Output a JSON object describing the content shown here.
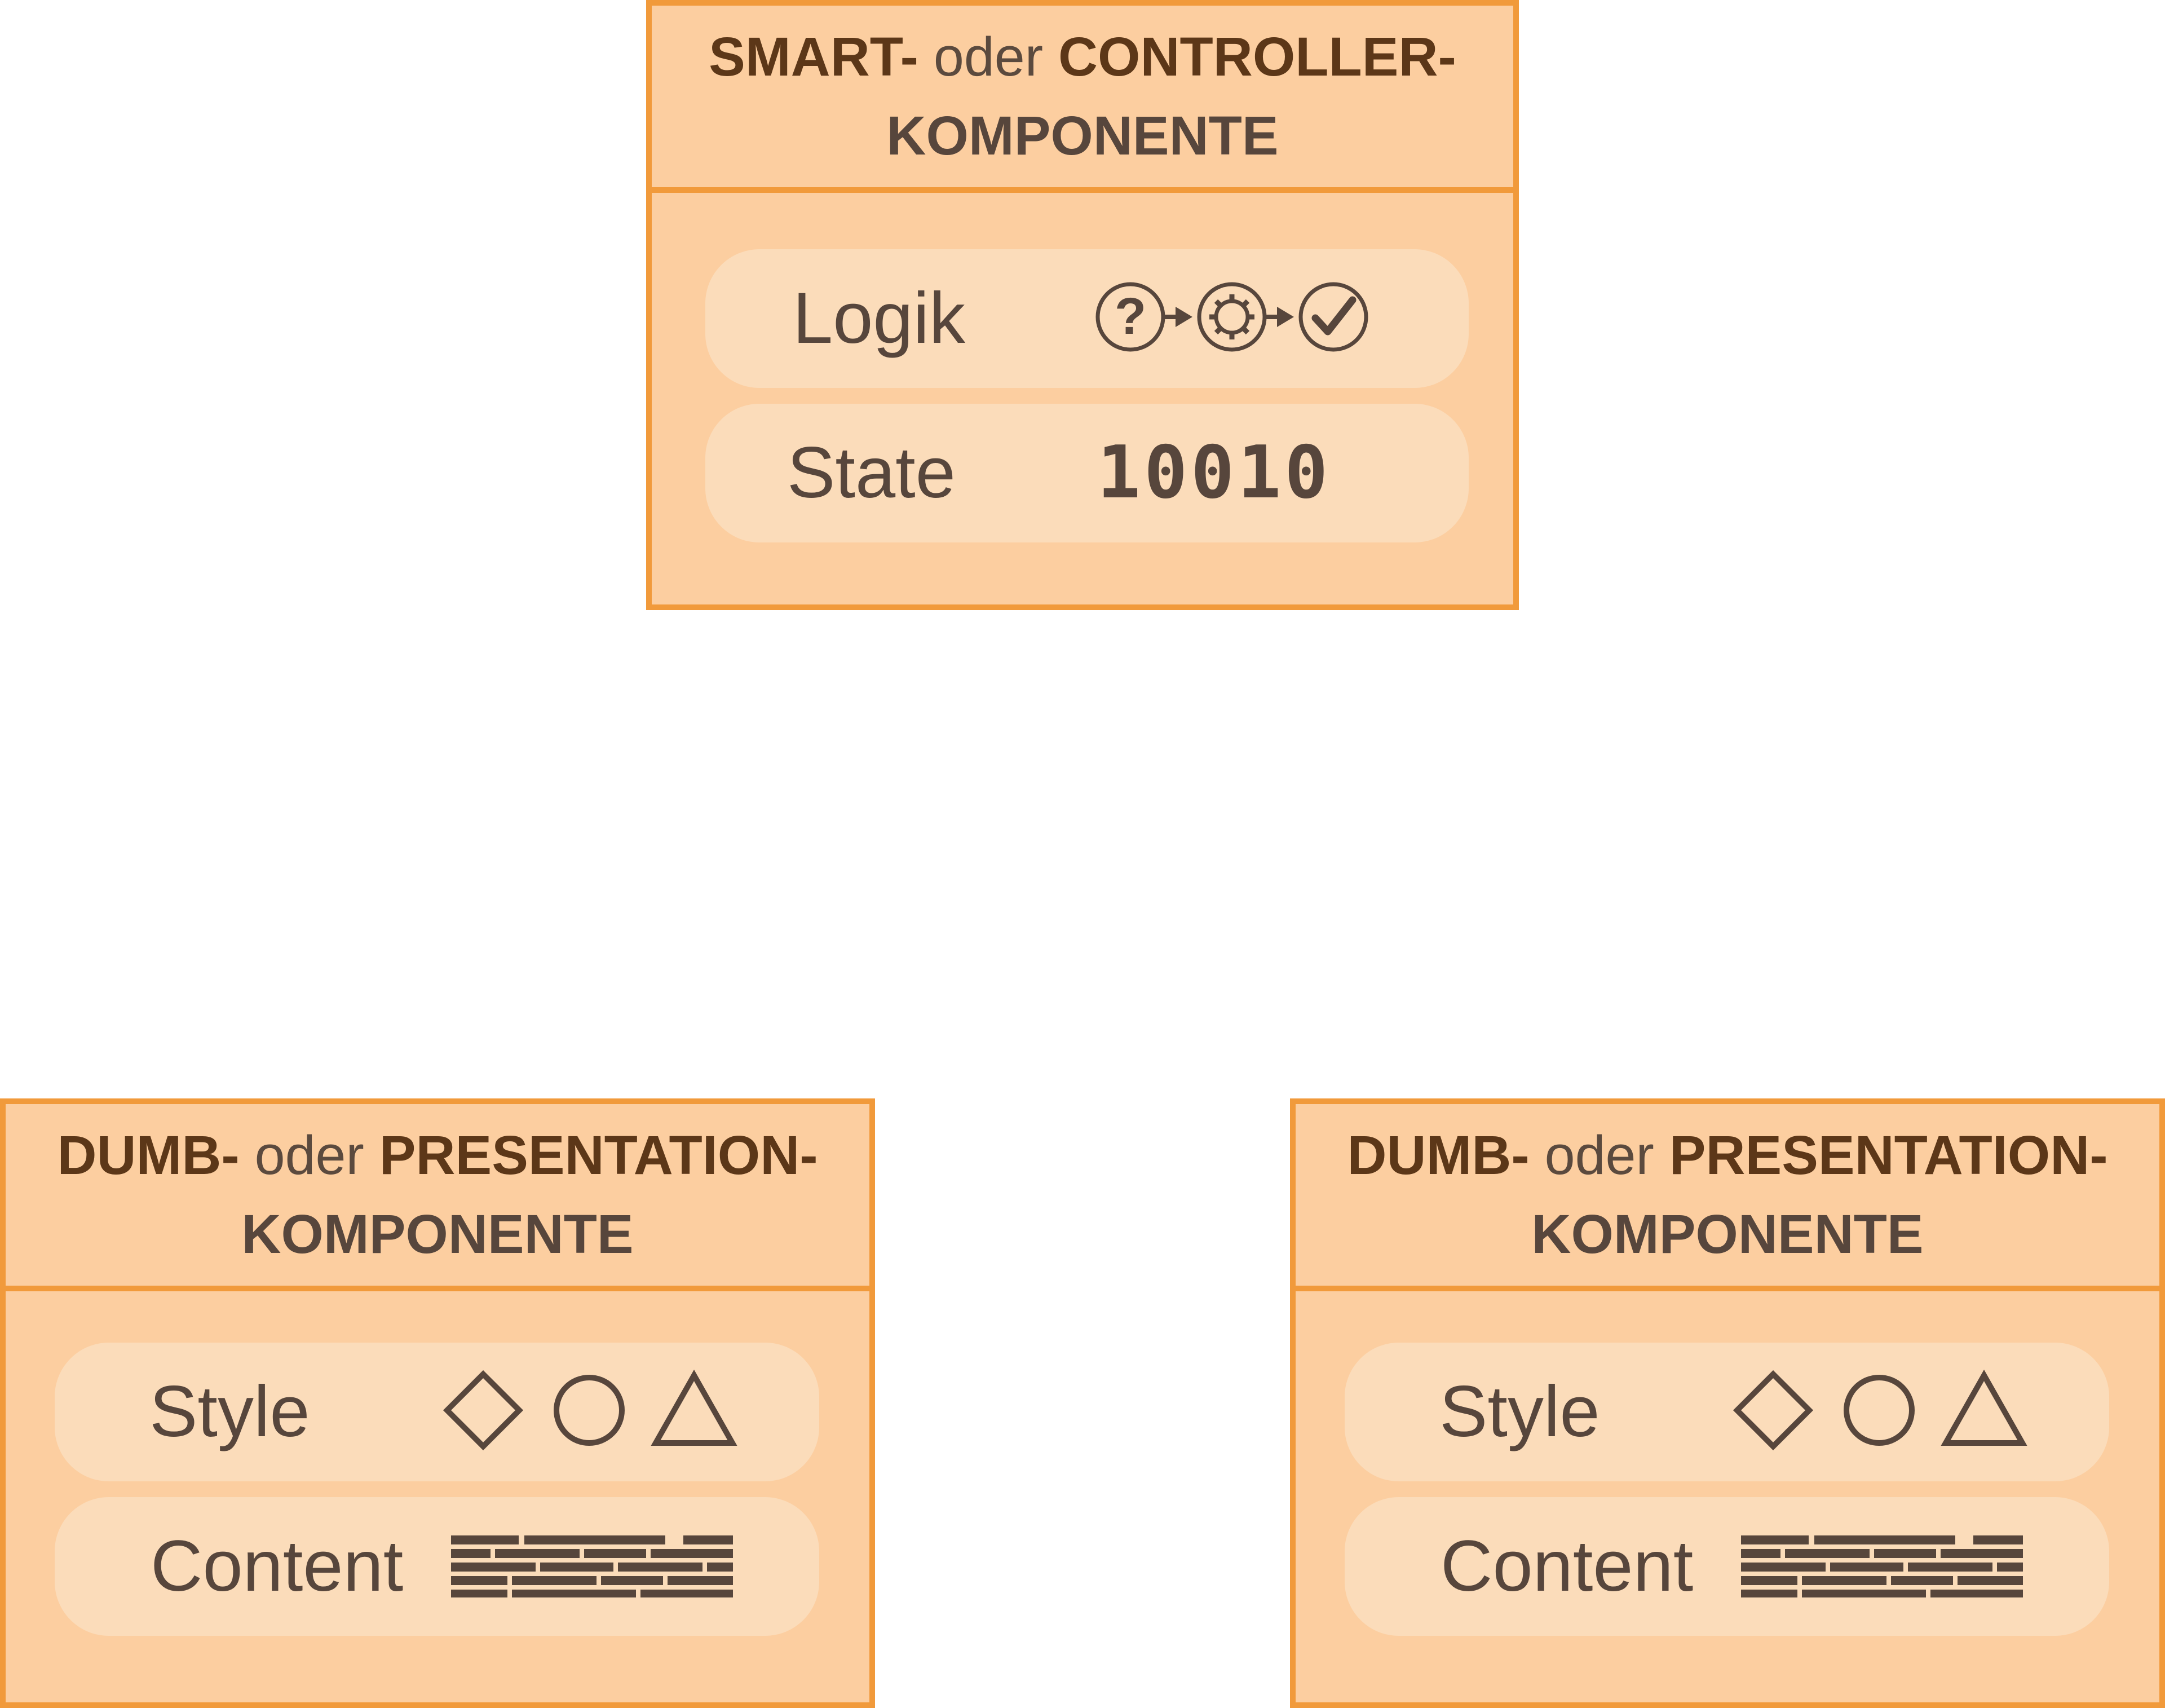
{
  "smart": {
    "title_bold1": "SMART-",
    "title_normal": " oder ",
    "title_bold2": "CONTROLLER-",
    "title_line2": "KOMPONENTE",
    "logic_label": "Logik",
    "state_label": "State",
    "state_value": "10010"
  },
  "dumb_left": {
    "title_bold1": "DUMB-",
    "title_normal": " oder ",
    "title_bold2": "PRESENTATION-",
    "title_line2": "KOMPONENTE",
    "style_label": "Style",
    "content_label": "Content"
  },
  "dumb_right": {
    "title_bold1": "DUMB-",
    "title_normal": " oder ",
    "title_bold2": "PRESENTATION-",
    "title_line2": "KOMPONENTE",
    "style_label": "Style",
    "content_label": "Content"
  },
  "icons": {
    "logic_flow": [
      "question-circle-icon",
      "arrow-right-icon",
      "gear-circle-icon",
      "arrow-right-icon",
      "check-circle-icon"
    ],
    "style_shapes": [
      "diamond-icon",
      "circle-icon",
      "triangle-icon"
    ],
    "content": "text-lines-icon"
  },
  "colors": {
    "box_fill": "#fccea0",
    "box_border": "#f19a3b",
    "pill_fill": "#fbdcba",
    "text_dark": "#57463c",
    "title_bold": "#5c3718"
  }
}
